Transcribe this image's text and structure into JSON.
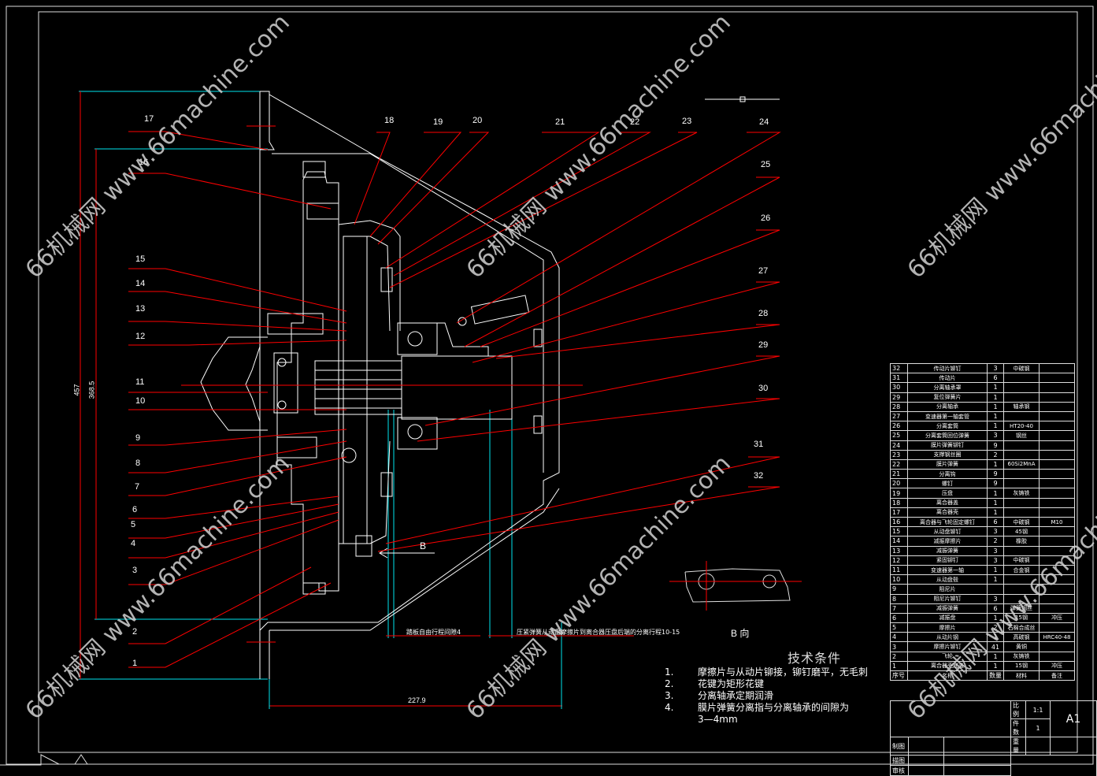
{
  "drawing": {
    "title_block": {
      "scale_label": "比例",
      "scale_value": "1:1",
      "count_label": "件数",
      "count_value": "1",
      "weight_label": "重量",
      "sheet_size": "A1",
      "header": {
        "no": "序号",
        "name": "名称",
        "qty": "数量",
        "material": "材料",
        "remark": "备注"
      },
      "signoffs": [
        "制图",
        "描图",
        "审核"
      ]
    },
    "bom": [
      {
        "no": "32",
        "name": "传动片铆钉",
        "qty": "3",
        "material": "中碳钢",
        "remark": ""
      },
      {
        "no": "31",
        "name": "传动片",
        "qty": "6",
        "material": "",
        "remark": ""
      },
      {
        "no": "30",
        "name": "分离轴承罩",
        "qty": "1",
        "material": "",
        "remark": ""
      },
      {
        "no": "29",
        "name": "复位弹簧片",
        "qty": "1",
        "material": "",
        "remark": ""
      },
      {
        "no": "28",
        "name": "分离轴承",
        "qty": "1",
        "material": "轴承钢",
        "remark": ""
      },
      {
        "no": "27",
        "name": "变速器第一轴套管",
        "qty": "1",
        "material": "",
        "remark": ""
      },
      {
        "no": "26",
        "name": "分离套筒",
        "qty": "1",
        "material": "HT20-40",
        "remark": ""
      },
      {
        "no": "25",
        "name": "分离套筒回位弹簧",
        "qty": "3",
        "material": "钢丝",
        "remark": ""
      },
      {
        "no": "24",
        "name": "膜片弹簧铆钉",
        "qty": "9",
        "material": "",
        "remark": ""
      },
      {
        "no": "23",
        "name": "支撑钢丝圈",
        "qty": "2",
        "material": "",
        "remark": ""
      },
      {
        "no": "22",
        "name": "膜片弹簧",
        "qty": "1",
        "material": "60Si2MnA",
        "remark": ""
      },
      {
        "no": "21",
        "name": "分离钩",
        "qty": "9",
        "material": "",
        "remark": ""
      },
      {
        "no": "20",
        "name": "螺钉",
        "qty": "9",
        "material": "",
        "remark": ""
      },
      {
        "no": "19",
        "name": "压盘",
        "qty": "1",
        "material": "灰铸铁",
        "remark": ""
      },
      {
        "no": "18",
        "name": "离合器盖",
        "qty": "1",
        "material": "",
        "remark": ""
      },
      {
        "no": "17",
        "name": "离合器壳",
        "qty": "1",
        "material": "",
        "remark": ""
      },
      {
        "no": "16",
        "name": "离合器与飞轮固定螺钉",
        "qty": "6",
        "material": "中碳钢",
        "remark": "M10"
      },
      {
        "no": "15",
        "name": "从动盘铆钉",
        "qty": "3",
        "material": "45钢",
        "remark": ""
      },
      {
        "no": "14",
        "name": "减振摩擦片",
        "qty": "2",
        "material": "橡胶",
        "remark": ""
      },
      {
        "no": "13",
        "name": "减振弹簧",
        "qty": "3",
        "material": "",
        "remark": ""
      },
      {
        "no": "12",
        "name": "紧固铆钉",
        "qty": "3",
        "material": "中碳钢",
        "remark": ""
      },
      {
        "no": "11",
        "name": "变速器第一轴",
        "qty": "1",
        "material": "合金钢",
        "remark": ""
      },
      {
        "no": "10",
        "name": "从动盘毂",
        "qty": "1",
        "material": "",
        "remark": ""
      },
      {
        "no": "9",
        "name": "阻尼片",
        "qty": "",
        "material": "",
        "remark": ""
      },
      {
        "no": "8",
        "name": "阻尼片铆钉",
        "qty": "3",
        "material": "",
        "remark": ""
      },
      {
        "no": "7",
        "name": "减振弹簧",
        "qty": "6",
        "material": "弹簧钢丝",
        "remark": ""
      },
      {
        "no": "6",
        "name": "减振盘",
        "qty": "1",
        "material": "15钢",
        "remark": "冲压"
      },
      {
        "no": "5",
        "name": "摩擦片",
        "qty": "2",
        "material": "石棉合成丝",
        "remark": ""
      },
      {
        "no": "4",
        "name": "从动片钢",
        "qty": "1",
        "material": "高碳钢",
        "remark": "HRC40-48"
      },
      {
        "no": "3",
        "name": "摩擦片铆钉",
        "qty": "41",
        "material": "黄铜",
        "remark": ""
      },
      {
        "no": "2",
        "name": "飞轮",
        "qty": "1",
        "material": "灰铸铁",
        "remark": ""
      },
      {
        "no": "1",
        "name": "离合器壳底盖",
        "qty": "1",
        "material": "15钢",
        "remark": "冲压"
      }
    ],
    "tech_requirements": {
      "title": "技术条件",
      "items": [
        {
          "n": "1.",
          "text": "摩擦片与从动片铆接，铆钉磨平，无毛刺"
        },
        {
          "n": "2.",
          "text": "花键为矩形花键"
        },
        {
          "n": "3.",
          "text": "分离轴承定期润滑"
        },
        {
          "n": "4.",
          "text": "膜片弹簧分离指与分离轴承的间隙为"
        },
        {
          "n": "",
          "text": "3—4mm"
        }
      ]
    },
    "dimensions": {
      "height_outer": "457",
      "height_inner": "368.5",
      "width_bottom": "227.9"
    },
    "notes": {
      "travel_note": "踏板自由行程间隙4",
      "clearance_note": "压紧弹簧从动盘摩擦片到离合器压盘后端的分离行程10-15"
    },
    "view_label": "B 向",
    "arrow_label": "B",
    "leader_labels": [
      "1",
      "2",
      "3",
      "4",
      "5",
      "6",
      "7",
      "8",
      "9",
      "10",
      "11",
      "12",
      "13",
      "14",
      "15",
      "16",
      "17",
      "18",
      "19",
      "20",
      "21",
      "22",
      "23",
      "24",
      "25",
      "26",
      "27",
      "28",
      "29",
      "30",
      "31",
      "32"
    ],
    "watermark": "66机械网 www.66machine.com",
    "colors": {
      "background": "#000000",
      "geometry": "#ffffff",
      "leaders": "#ff0000",
      "centerlines": "#00e5ee"
    }
  }
}
